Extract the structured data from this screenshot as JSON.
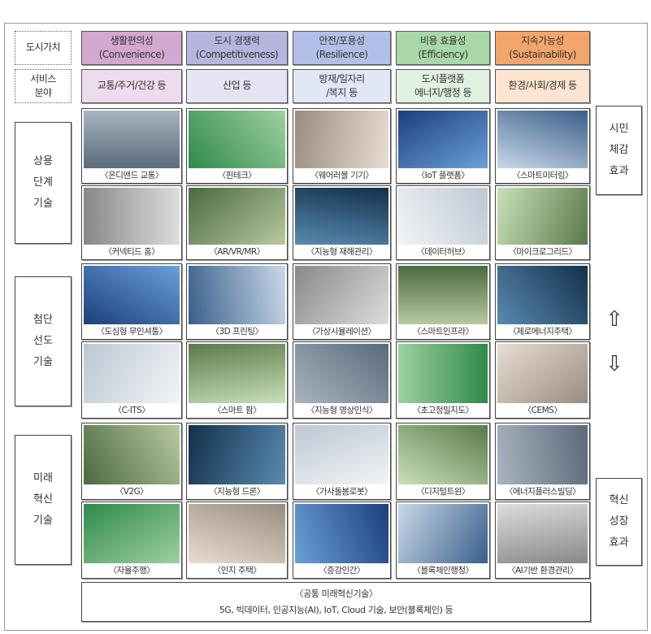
{
  "row_labels": {
    "value": "도시가치",
    "service": "서비스\n분야"
  },
  "values": [
    {
      "title": "생활편의성",
      "sub": "(Convenience)",
      "color": "#d3a8d0",
      "service": "교통/주거/건강 등",
      "service_color": "#efdbee"
    },
    {
      "title": "도시 경쟁력",
      "sub": "(Competitiveness)",
      "color": "#b6b5de",
      "service": "산업 등",
      "service_color": "#e5e4f3"
    },
    {
      "title": "안전/포용성",
      "sub": "(Resilience)",
      "color": "#b2c0e8",
      "service": "방재/일자리\n/복지 등",
      "service_color": "#e2e7f7"
    },
    {
      "title": "비용 효율성",
      "sub": "(Efficiency)",
      "color": "#a8d8a8",
      "service": "도시플랫폼\n에너지/행정 등",
      "service_color": "#e1f1e0"
    },
    {
      "title": "지속가능성",
      "sub": "(Sustainability)",
      "color": "#f3a66b",
      "service": "환경/사회/경제 등",
      "service_color": "#fde4d0"
    }
  ],
  "stages": [
    {
      "label": "상용\n단계\n기술",
      "rows": [
        [
          "〈온디맨드 교통〉",
          "〈핀테크〉",
          "〈웨어러블 기기〉",
          "〈IoT 플랫폼〉",
          "〈스마트미터링〉"
        ],
        [
          "〈커넥티드 홈〉",
          "〈AR/VR/MR〉",
          "〈지능형 재해관리〉",
          "〈데이터허브〉",
          "〈마이크로그리드〉"
        ]
      ]
    },
    {
      "label": "첨단\n선도\n기술",
      "rows": [
        [
          "〈도심형 무인셔틀〉",
          "〈3D 프린팅〉",
          "〈가상시뮬레이션〉",
          "〈스마트인프라〉",
          "〈제로에너지주택〉"
        ],
        [
          "〈C-ITS〉",
          "〈스마트 팜〉",
          "〈지능형 영상인식〉",
          "〈초고정밀지도〉",
          "〈CEMS〉"
        ]
      ]
    },
    {
      "label": "미래\n혁신\n기술",
      "rows": [
        [
          "〈V2G〉",
          "〈지능형 드론〉",
          "〈가사돌봄로봇〉",
          "〈디지털트윈〉",
          "〈에너지플러스빌딩〉"
        ],
        [
          "〈자율주행〉",
          "〈인지 주택〉",
          "〈증강인간〉",
          "〈블록체인행정〉",
          "〈AI기반 환경관리〉"
        ]
      ]
    }
  ],
  "effects": {
    "top": "시민\n체감\n효과",
    "bottom": "혁신\n성장\n효과",
    "up_arrow": "⇧",
    "down_arrow": "⇩"
  },
  "common": {
    "title": "〈공통 미래혁신기술〉",
    "text": "5G, 빅데이터, 인공지능(AI), IoT, Cloud 기술, 보안(블록체인) 등"
  }
}
